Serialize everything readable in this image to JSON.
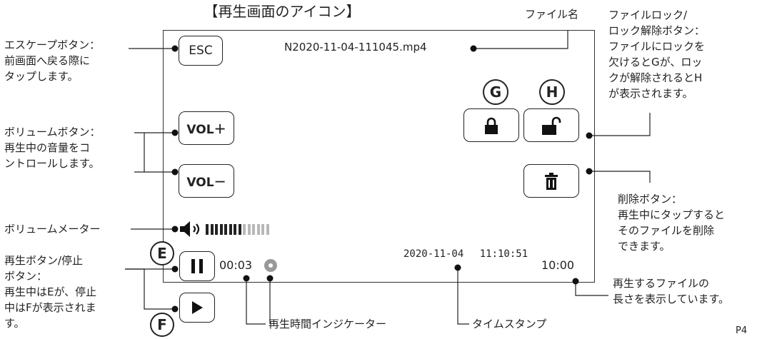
{
  "title": "【再生画面のアイコン】",
  "screen": {
    "filename": "N2020-11-04-111045.mp4",
    "esc_label": "ESC",
    "vol_up_label": "VOL＋",
    "vol_down_label": "VOL－",
    "elapsed_time": "00:03",
    "timestamp": "2020-11-04　 11:10:51",
    "duration": "10:00",
    "lock_badge": "G",
    "unlock_badge": "H",
    "pause_badge": "E",
    "play_badge": "F",
    "volume_level": {
      "filled": 8,
      "total": 14
    }
  },
  "annotations": {
    "filename": "ファイル名",
    "lock": [
      "ファイルロック/",
      "ロック解除ボタン：",
      "ファイルにロックを",
      "欠けるとGが、ロッ",
      "クが解除されるとH",
      "が表示されます。"
    ],
    "escape": [
      "エスケープボタン：",
      "前画面へ戻る際に",
      "タップします。"
    ],
    "volume": [
      "ボリュームボタン：",
      "再生中の音量をコ",
      "ントロールします。"
    ],
    "meter": "ボリュームメーター",
    "play": [
      "再生ボタン/停止",
      "ボタン：",
      "再生中はEが、停止",
      "中はFが表示されま",
      "す。"
    ],
    "delete": [
      "削除ボタン：",
      "再生中にタップすると",
      "そのファイルを削除",
      "できます。"
    ],
    "length": [
      "再生するファイルの",
      "長さを表示しています。"
    ],
    "time_indicator": "再生時間インジケーター",
    "timestamp": "タイムスタンプ"
  },
  "page_number": "P4",
  "colors": {
    "meter_filled": "#222222",
    "meter_empty": "#b8b8b8",
    "indicator": "#999999"
  }
}
